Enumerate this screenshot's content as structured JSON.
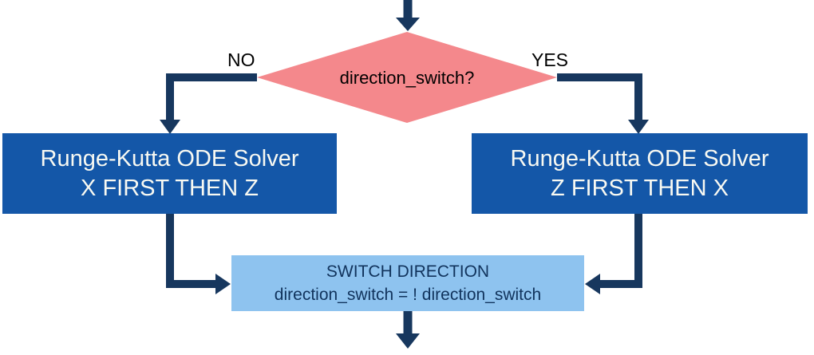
{
  "colors": {
    "canvas-bg": "#ffffff",
    "arrow-navy": "#17375e",
    "diamond-pink": "#f4888c",
    "diamond-text": "#000000",
    "label-text": "#000000",
    "solver-box-blue": "#1457a8",
    "solver-box-text": "#f8f9f2",
    "switch-box-blue": "#8ec3ef",
    "switch-box-text": "#11335c"
  },
  "decision": {
    "label": "direction_switch?",
    "no_label": "NO",
    "yes_label": "YES"
  },
  "boxes": {
    "left": {
      "line1": "Runge-Kutta ODE Solver",
      "line2": "X FIRST THEN Z"
    },
    "right": {
      "line1": "Runge-Kutta ODE Solver",
      "line2": "Z FIRST THEN X"
    },
    "switch": {
      "line1": "SWITCH DIRECTION",
      "line2": "direction_switch = ! direction_switch"
    }
  }
}
